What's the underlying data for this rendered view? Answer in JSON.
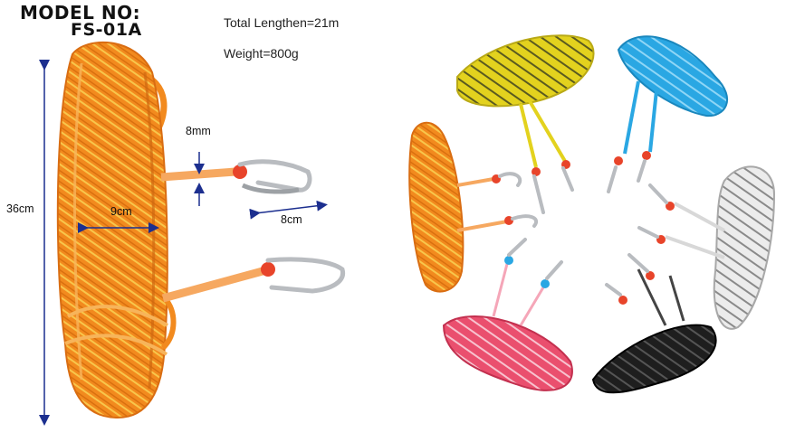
{
  "header": {
    "model_label": "MODEL NO:",
    "model_number": "FS-01A"
  },
  "specs": {
    "total_length": "Total Lengthen=21m",
    "weight": "Weight=800g"
  },
  "dimensions": {
    "height": "36cm",
    "width": "9cm",
    "hook_length": "8cm",
    "diameter": "8mm"
  },
  "colors": {
    "orange": "#f28a1e",
    "yellow": "#e3d21e",
    "blue": "#2aa7e3",
    "white": "#e6e6e6",
    "pink": "#ea4f6e",
    "black": "#1e1e1e",
    "arrow": "#1c2f8f",
    "steel": "#b9bcc0"
  },
  "variants": [
    {
      "color_name": "yellow"
    },
    {
      "color_name": "blue"
    },
    {
      "color_name": "orange"
    },
    {
      "color_name": "white"
    },
    {
      "color_name": "pink"
    },
    {
      "color_name": "black"
    }
  ]
}
